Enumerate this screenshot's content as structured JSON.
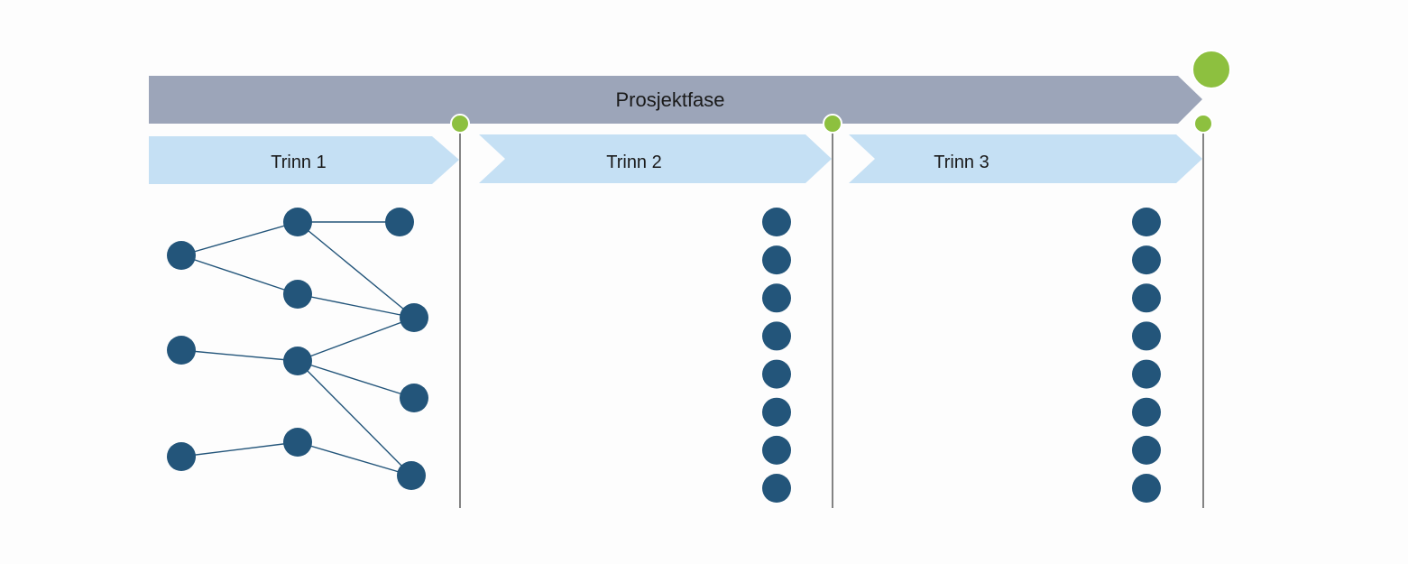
{
  "phase": {
    "label": "Prosjektfase",
    "color": "#9ca5b9"
  },
  "steps": [
    {
      "label": "Trinn 1"
    },
    {
      "label": "Trinn 2"
    },
    {
      "label": "Trinn 3"
    }
  ],
  "colors": {
    "step_fill": "#c5e0f4",
    "milestone": "#8dc03f",
    "node": "#23557a",
    "line": "#23557a",
    "divider": "#333333"
  },
  "milestones": {
    "count": 4
  },
  "network": {
    "edges": [
      [
        0,
        1
      ],
      [
        1,
        2
      ],
      [
        0,
        3
      ],
      [
        1,
        4
      ],
      [
        3,
        4
      ],
      [
        5,
        6
      ],
      [
        6,
        4
      ],
      [
        6,
        7
      ],
      [
        6,
        8
      ],
      [
        9,
        10
      ],
      [
        10,
        8
      ]
    ]
  },
  "columns": {
    "step2_nodes": 8,
    "step3_nodes": 8
  }
}
